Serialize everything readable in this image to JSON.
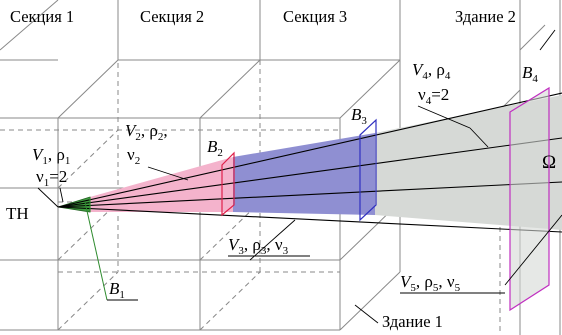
{
  "sections": {
    "s1": "Секция 1",
    "s2": "Секция 2",
    "s3": "Секция 3"
  },
  "buildings": {
    "b1": "Здание 1",
    "b2": "Здание 2"
  },
  "source_label": "ТН",
  "volumes": {
    "v1_line1": {
      "V": "V",
      "Vsub": "1",
      "rho": "ρ",
      "rhosub": "1"
    },
    "v1_line2": {
      "nu": "ν",
      "nusub": "1",
      "eq": "=2"
    },
    "v2_line1": {
      "V": "V",
      "Vsub": "2",
      "rho": "ρ",
      "rhosub": "2"
    },
    "v2_line2": {
      "nu": "ν",
      "nusub": "2"
    },
    "v3": {
      "V": "V",
      "Vsub": "3",
      "rho": "ρ",
      "rhosub": "3",
      "nu": "ν",
      "nusub": "3"
    },
    "v4_line1": {
      "V": "V",
      "Vsub": "4",
      "rho": "ρ",
      "rhosub": "4"
    },
    "v4_line2": {
      "nu": "ν",
      "nusub": "4",
      "eq": "=2"
    },
    "v5": {
      "V": "V",
      "Vsub": "5",
      "rho": "ρ",
      "rhosub": "5",
      "nu": "ν",
      "nusub": "5"
    }
  },
  "boundaries": {
    "b1": {
      "B": "B",
      "sub": "1"
    },
    "b2": {
      "B": "B",
      "sub": "2"
    },
    "b3": {
      "B": "B",
      "sub": "3"
    },
    "b4": {
      "B": "B",
      "sub": "4"
    }
  },
  "omega": "Ω",
  "colors": {
    "cone1": "#3f9a3f",
    "cone2": "#f4b3cc",
    "cone3": "#8f8fd2",
    "cone4": "#d6d9d6",
    "b1": "#2e8b2e",
    "b2": "#e0204a",
    "b3": "#3030c0",
    "b4": "#c030c0"
  }
}
